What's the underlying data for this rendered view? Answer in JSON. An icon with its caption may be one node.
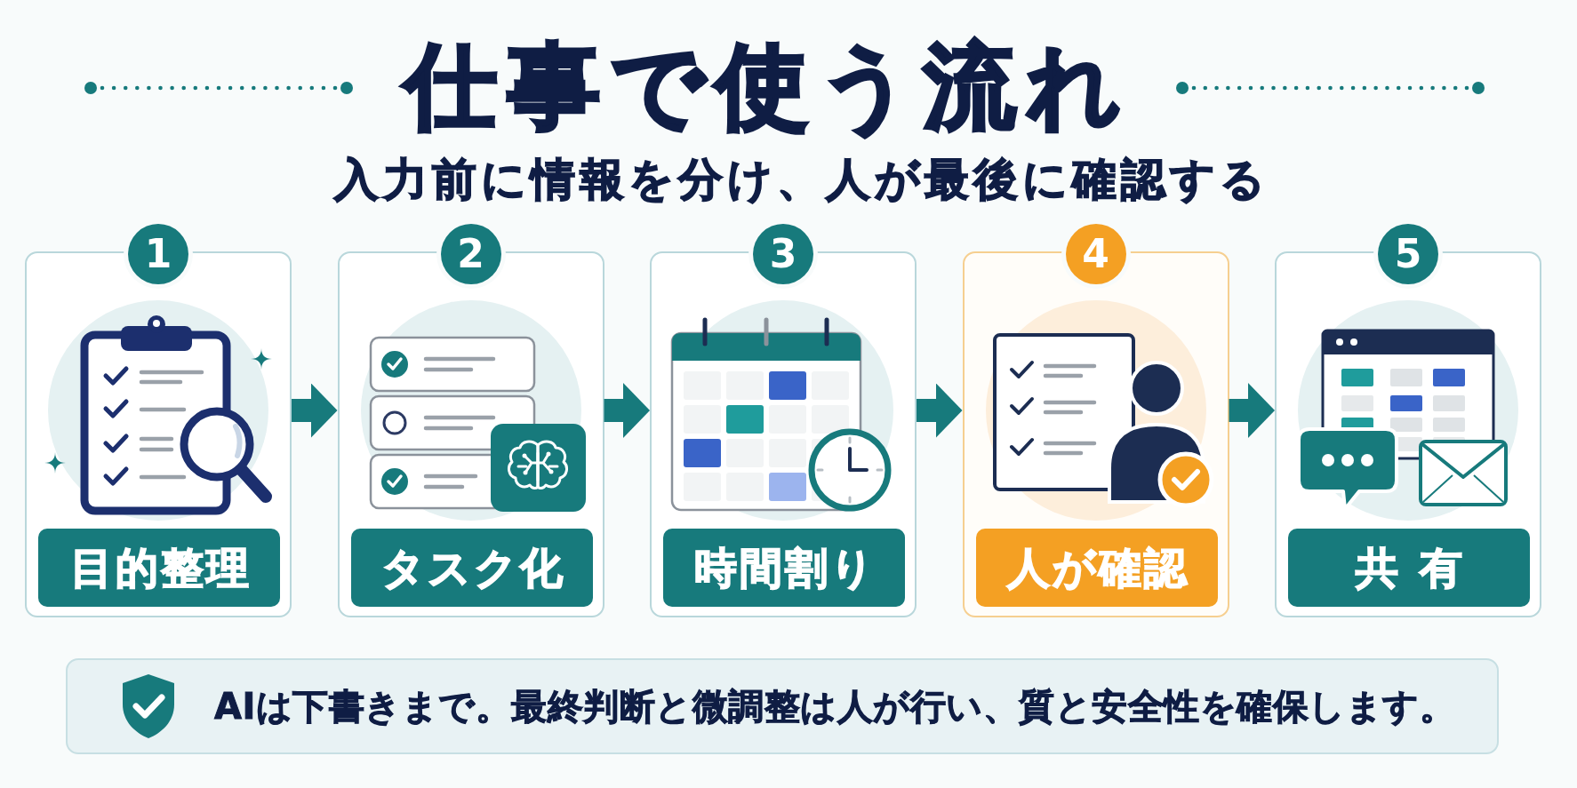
{
  "diagram": {
    "title": "仕事で使う流れ",
    "nodes": [
      {
        "text": [
          "1"
        ]
      },
      {
        "text": [],
        "shape": "box"
      },
      {
        "text": [
          "目的整理"
        ],
        "in": 1
      },
      {
        "text": [
          "2"
        ]
      },
      {
        "text": [],
        "shape": "box"
      },
      {
        "text": [
          "タスク化"
        ],
        "in": 4
      },
      {
        "text": [
          "3"
        ]
      },
      {
        "text": [],
        "shape": "box"
      },
      {
        "text": [
          "時間割り"
        ],
        "in": 7
      },
      {
        "text": [
          "4"
        ]
      },
      {
        "text": [],
        "shape": "box"
      },
      {
        "text": [
          "人が確認"
        ],
        "in": 10
      },
      {
        "text": [
          "5"
        ]
      },
      {
        "text": [],
        "shape": "box"
      },
      {
        "text": [
          "共有"
        ],
        "in": 13
      },
      {
        "text": [
          "AIは下書きまで。最終判断と微調整は人が行い、質と安全性を確保します。"
        ]
      }
    ],
    "edges": [
      {
        "from": 1,
        "to": 4,
        "arrow": "to"
      },
      {
        "from": 4,
        "to": 7,
        "arrow": "to"
      },
      {
        "from": 7,
        "to": 10,
        "arrow": "to"
      },
      {
        "from": 10,
        "to": 13,
        "arrow": "to"
      }
    ],
    "labels": [
      "入力前に情報を分け、人が最後に確認する"
    ]
  }
}
